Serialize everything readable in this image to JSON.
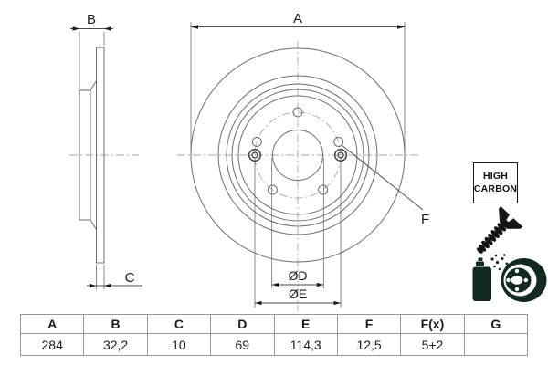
{
  "drawing": {
    "side_view": {
      "dim_width_label": "B",
      "dim_thickness_label": "C"
    },
    "front_view": {
      "dim_outer_diameter_label": "A",
      "dim_bore_label": "ØD",
      "dim_bolt_circle_label": "ØE",
      "leader_label": "F"
    }
  },
  "label_box": {
    "line1": "HIGH",
    "line2": "CARBON"
  },
  "icons": [
    {
      "name": "countersunk-screw-icon"
    },
    {
      "name": "spray-coated-disc-icon"
    }
  ],
  "table": {
    "headers": [
      "A",
      "B",
      "C",
      "D",
      "E",
      "F",
      "F(x)",
      "G"
    ],
    "values": [
      "284",
      "32,2",
      "10",
      "69",
      "114,3",
      "12,5",
      "5+2",
      ""
    ]
  },
  "colors": {
    "outline_gray": "#6e6e6e",
    "centerline_gray": "#a8a8a8",
    "dimension_gray": "#4a4a4a",
    "text_black": "#1a1a1a",
    "table_border": "#999999",
    "icon_black": "#141414",
    "icon_green": "#12291d",
    "background": "#ffffff"
  }
}
